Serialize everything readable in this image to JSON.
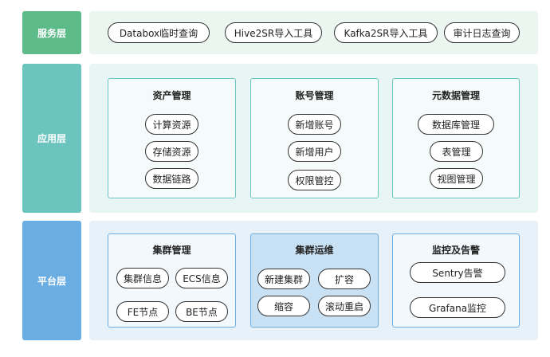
{
  "layers": {
    "service": {
      "label": "服务层",
      "label_color": "#5dbb8a",
      "panel_color": "#eaf6ef",
      "items": [
        "Databox临时查询",
        "Hive2SR导入工具",
        "Kafka2SR导入工具",
        "审计日志查询"
      ]
    },
    "application": {
      "label": "应用层",
      "label_color": "#6cc4bf",
      "panel_color": "#e7f5f4",
      "box_border": "#6cc4bf",
      "groups": [
        {
          "title": "资产管理",
          "items": [
            "计算资源",
            "存储资源",
            "数据链路"
          ]
        },
        {
          "title": "账号管理",
          "items": [
            "新增账号",
            "新增用户",
            "权限管控"
          ]
        },
        {
          "title": "元数据管理",
          "items": [
            "数据库管理",
            "表管理",
            "视图管理"
          ]
        }
      ]
    },
    "platform": {
      "label": "平台层",
      "label_color": "#6aade2",
      "panel_color": "#e6f1fa",
      "box_border": "#6aade2",
      "highlight_fill": "#c8e1f4",
      "groups": [
        {
          "title": "集群管理",
          "items": [
            "集群信息",
            "ECS信息",
            "FE节点",
            "BE节点"
          ]
        },
        {
          "title": "集群运维",
          "items": [
            "新建集群",
            "扩容",
            "缩容",
            "滚动重启"
          ]
        },
        {
          "title": "监控及告警",
          "items": [
            "Sentry告警",
            "Grafana监控"
          ]
        }
      ]
    }
  }
}
